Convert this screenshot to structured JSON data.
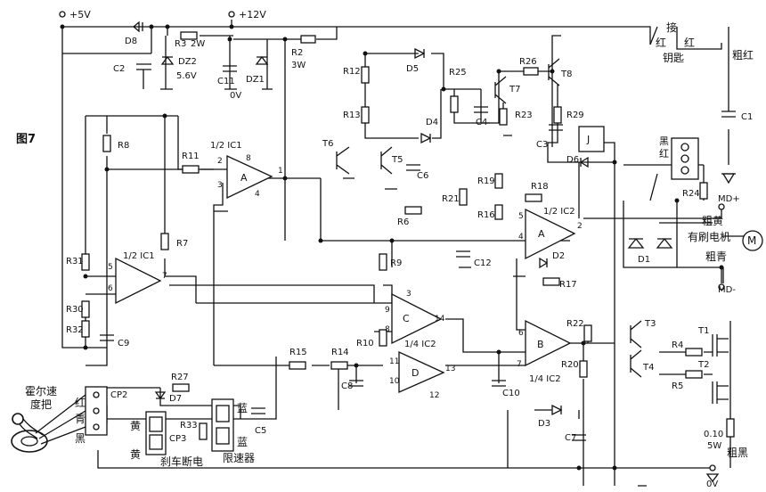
{
  "figure_label": "图7",
  "rails": {
    "v5": "+5V",
    "v12": "+12V",
    "zero_a": "0V",
    "zero_b": "0V"
  },
  "parts": {
    "D8": "D8",
    "R3": "R3",
    "R3_val": "2W",
    "C2": "C2",
    "DZ2": "DZ2",
    "DZ2_val": "5.6V",
    "C11": "C11",
    "DZ1": "DZ1",
    "R2": "R2",
    "R2_val": "3W",
    "R12": "R12",
    "R13": "R13",
    "D5": "D5",
    "D4": "D4",
    "R25": "R25",
    "C4": "C4",
    "R26": "R26",
    "T7": "T7",
    "T8": "T8",
    "R23": "R23",
    "R29": "R29",
    "C3": "C3",
    "J": "J",
    "D6": "D6",
    "C1": "C1",
    "R24": "R24",
    "R8": "R8",
    "R11": "R11",
    "IC1A": "1/2 IC1",
    "A1": "A",
    "R7": "R7",
    "T6": "T6",
    "T5": "T5",
    "C6": "C6",
    "R21": "R21",
    "R19": "R19",
    "R16": "R16",
    "R18": "R18",
    "IC2A": "1/2 IC2",
    "A2": "A",
    "C12": "C12",
    "D2": "D2",
    "R17": "R17",
    "R6": "R6",
    "R31": "R31",
    "IC1B": "1/2 IC1",
    "R30": "R30",
    "R32": "R32",
    "C9": "C9",
    "R9": "R9",
    "C": "C",
    "R10": "R10",
    "IC2C": "1/4 IC2",
    "R15": "R15",
    "R14": "R14",
    "D": "D",
    "C8": "C8",
    "C10": "C10",
    "B": "B",
    "IC2B": "1/4 IC2",
    "R22": "R22",
    "R20": "R20",
    "T3": "T3",
    "T4": "T4",
    "R4": "R4",
    "R5": "R5",
    "T1": "T1",
    "T2": "T2",
    "D1": "D1",
    "D3": "D3",
    "C7": "C7",
    "CP2": "CP2",
    "R27": "R27",
    "D7": "D7",
    "R33": "R33",
    "CP3": "CP3",
    "C5": "C5",
    "shunt": "0.10",
    "shunt_val": "5W"
  },
  "pins": [
    "2",
    "8",
    "3",
    "4",
    "1",
    "5",
    "6",
    "7",
    "5",
    "4",
    "2",
    "3",
    "9",
    "8",
    "14",
    "11",
    "10",
    "13",
    "12",
    "6",
    "7"
  ],
  "labels": {
    "key_top": "接",
    "key_red1": "红",
    "key_red2": "红",
    "key_switch": "钥匙",
    "thick_red": "粗红",
    "black_mid": "黑",
    "red_mid": "红",
    "md_plus": "MD+",
    "md_minus": "MD-",
    "thick_yellow": "粗黄",
    "motor_text": "有刷电机",
    "thick_green": "粗青",
    "motor_symbol": "M",
    "thick_black": "粗黑",
    "hall_l1": "霍尔速",
    "hall_l2": "度把",
    "hall_red": "红",
    "hall_green": "青",
    "hall_black": "黑",
    "yellow1": "黄",
    "yellow2": "黄",
    "brake": "刹车断电",
    "blue1": "蓝",
    "blue2": "蓝",
    "limiter": "限速器"
  }
}
